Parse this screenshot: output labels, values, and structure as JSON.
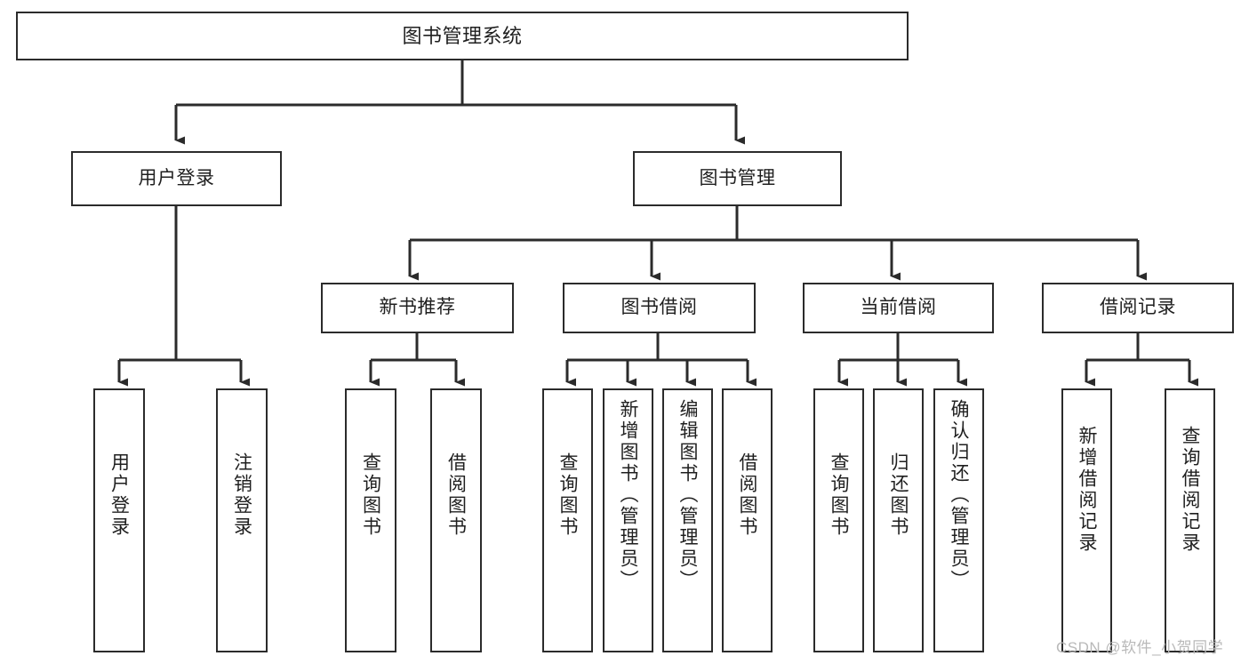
{
  "diagram": {
    "title": "图书管理系统",
    "type": "tree",
    "root": {
      "id": "root",
      "label": "图书管理系统",
      "orientation": "horizontal"
    },
    "level2": [
      {
        "id": "user-login",
        "label": "用户登录",
        "orientation": "horizontal"
      },
      {
        "id": "book-manage",
        "label": "图书管理",
        "orientation": "horizontal"
      }
    ],
    "level3": [
      {
        "id": "new-book-recommend",
        "label": "新书推荐",
        "orientation": "horizontal",
        "parent": "book-manage"
      },
      {
        "id": "book-borrow",
        "label": "图书借阅",
        "orientation": "horizontal",
        "parent": "book-manage"
      },
      {
        "id": "current-borrow",
        "label": "当前借阅",
        "orientation": "horizontal",
        "parent": "book-manage"
      },
      {
        "id": "borrow-record",
        "label": "借阅记录",
        "orientation": "horizontal",
        "parent": "book-manage"
      }
    ],
    "leaves": [
      {
        "id": "leaf-user-login",
        "label": "用户登录",
        "parent": "user-login",
        "orientation": "vertical"
      },
      {
        "id": "leaf-user-logout",
        "label": "注销登录",
        "parent": "user-login",
        "orientation": "vertical"
      },
      {
        "id": "leaf-query-book-1",
        "label": "查询图书",
        "parent": "new-book-recommend",
        "orientation": "vertical"
      },
      {
        "id": "leaf-borrow-book-1",
        "label": "借阅图书",
        "parent": "new-book-recommend",
        "orientation": "vertical"
      },
      {
        "id": "leaf-query-book-2",
        "label": "查询图书",
        "parent": "book-borrow",
        "orientation": "vertical"
      },
      {
        "id": "leaf-add-book",
        "label": "新增图书（管理员）",
        "parent": "book-borrow",
        "orientation": "vertical"
      },
      {
        "id": "leaf-edit-book",
        "label": "编辑图书（管理员）",
        "parent": "book-borrow",
        "orientation": "vertical"
      },
      {
        "id": "leaf-borrow-book-2",
        "label": "借阅图书",
        "parent": "book-borrow",
        "orientation": "vertical"
      },
      {
        "id": "leaf-query-book-3",
        "label": "查询图书",
        "parent": "current-borrow",
        "orientation": "vertical"
      },
      {
        "id": "leaf-return-book",
        "label": "归还图书",
        "parent": "current-borrow",
        "orientation": "vertical"
      },
      {
        "id": "leaf-confirm-return",
        "label": "确认归还（管理员）",
        "parent": "current-borrow",
        "orientation": "vertical"
      },
      {
        "id": "leaf-add-record",
        "label": "新增借阅记录",
        "parent": "borrow-record",
        "orientation": "vertical"
      },
      {
        "id": "leaf-query-record",
        "label": "查询借阅记录",
        "parent": "borrow-record",
        "orientation": "vertical"
      }
    ],
    "colors": {
      "border": "#2b2b2b",
      "text": "#1f1f1f",
      "background": "#ffffff",
      "connector": "#2b2b2b",
      "watermark": "#b9b9b9"
    }
  },
  "watermark": {
    "text": "CSDN @软件_小贺同学"
  }
}
